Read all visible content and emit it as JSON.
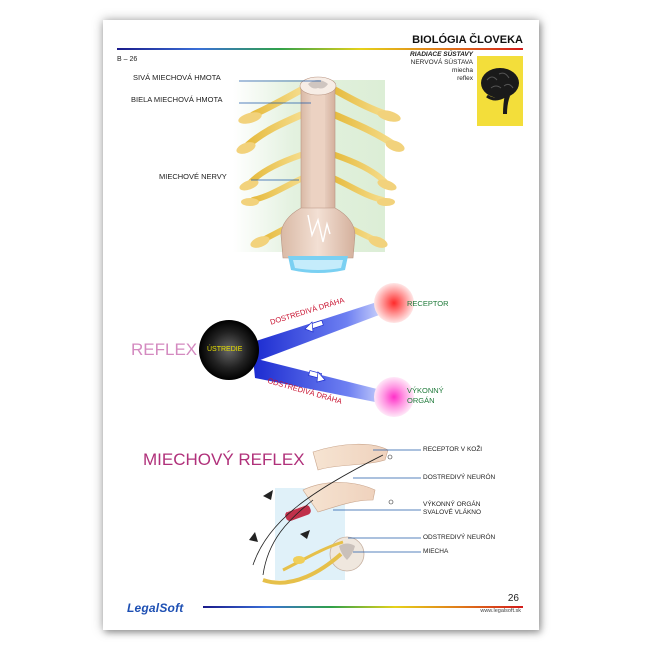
{
  "header": {
    "title": "BIOLÓGIA ČLOVEKA",
    "code": "B – 26",
    "topic": [
      "RIADIACE SÚSTAVY",
      "NERVOVÁ SÚSTAVA",
      "miecha",
      "reflex"
    ]
  },
  "spinal_labels": {
    "gray_matter": "SIVÁ MIECHOVÁ HMOTA",
    "white_matter": "BIELA MIECHOVÁ HMOTA",
    "nerves": "MIECHOVÉ NERVY"
  },
  "reflex": {
    "title": "REFLEX",
    "center": "ÚSTREDIE",
    "afferent_path": "DOSTREDIVÁ DRÁHA",
    "efferent_path": "ODSTREDIVÁ DRÁHA",
    "receptor": "RECEPTOR",
    "effector_line1": "VÝKONNÝ",
    "effector_line2": "ORGÁN"
  },
  "spinal_reflex": {
    "title": "MIECHOVÝ REFLEX",
    "labels": [
      "RECEPTOR V KOŽI",
      "DOSTREDIVÝ NEURÓN",
      "VÝKONNÝ ORGÁN",
      "SVALOVÉ VLÁKNO",
      "ODSTREDIVÝ NEURÓN",
      "MIECHA"
    ]
  },
  "footer": {
    "page_number": "26",
    "url": "www.legalsoft.sk",
    "logo": "LegalSoft"
  },
  "colors": {
    "reflex_title": "#d48ac0",
    "spinal_reflex_title": "#b0307a",
    "receptor_text": "#1f7a3a",
    "path_text": "#c8102e",
    "center_text": "#e8e000",
    "logo": "#1d4fb3"
  }
}
